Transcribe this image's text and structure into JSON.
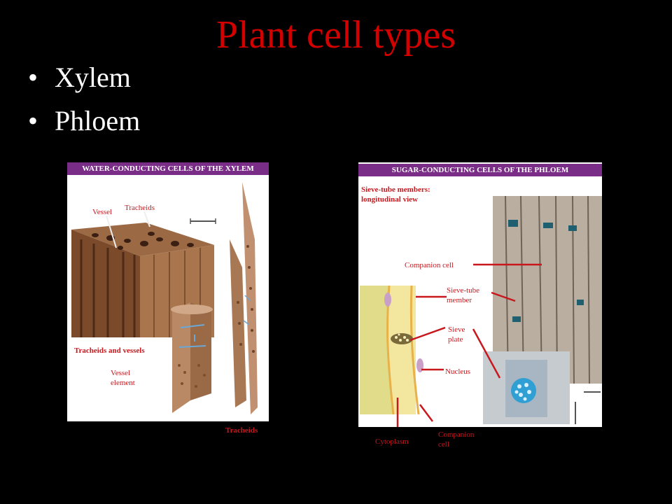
{
  "slide": {
    "title": "Plant cell types",
    "bullets": [
      "Xylem",
      "Phloem"
    ]
  },
  "xylem": {
    "header": "WATER-CONDUCTING CELLS OF THE XYLEM",
    "labels": {
      "vessel": "Vessel",
      "tracheids_top": "Tracheids",
      "tracheids_and_vessels": "Tracheids and vessels",
      "vessel_element": "Vessel\nelement",
      "tracheids_bottom": "Tracheids"
    }
  },
  "phloem": {
    "header": "SUGAR-CONDUCTING CELLS OF THE PHLOEM",
    "labels": {
      "sieve_tube_members": "Sieve-tube members:\nlongitudinal view",
      "companion_cell": "Companion cell",
      "sieve_tube_member": "Sieve-tube\nmember",
      "sieve_plate": "Sieve\nplate",
      "nucleus": "Nucleus",
      "cytoplasm": "Cytoplasm",
      "companion_cell_bottom": "Companion\ncell"
    }
  },
  "colors": {
    "title": "#d40000",
    "header_bar": "#7a2d86",
    "label_red": "#c8181e",
    "leader_line": "#c8181e"
  }
}
